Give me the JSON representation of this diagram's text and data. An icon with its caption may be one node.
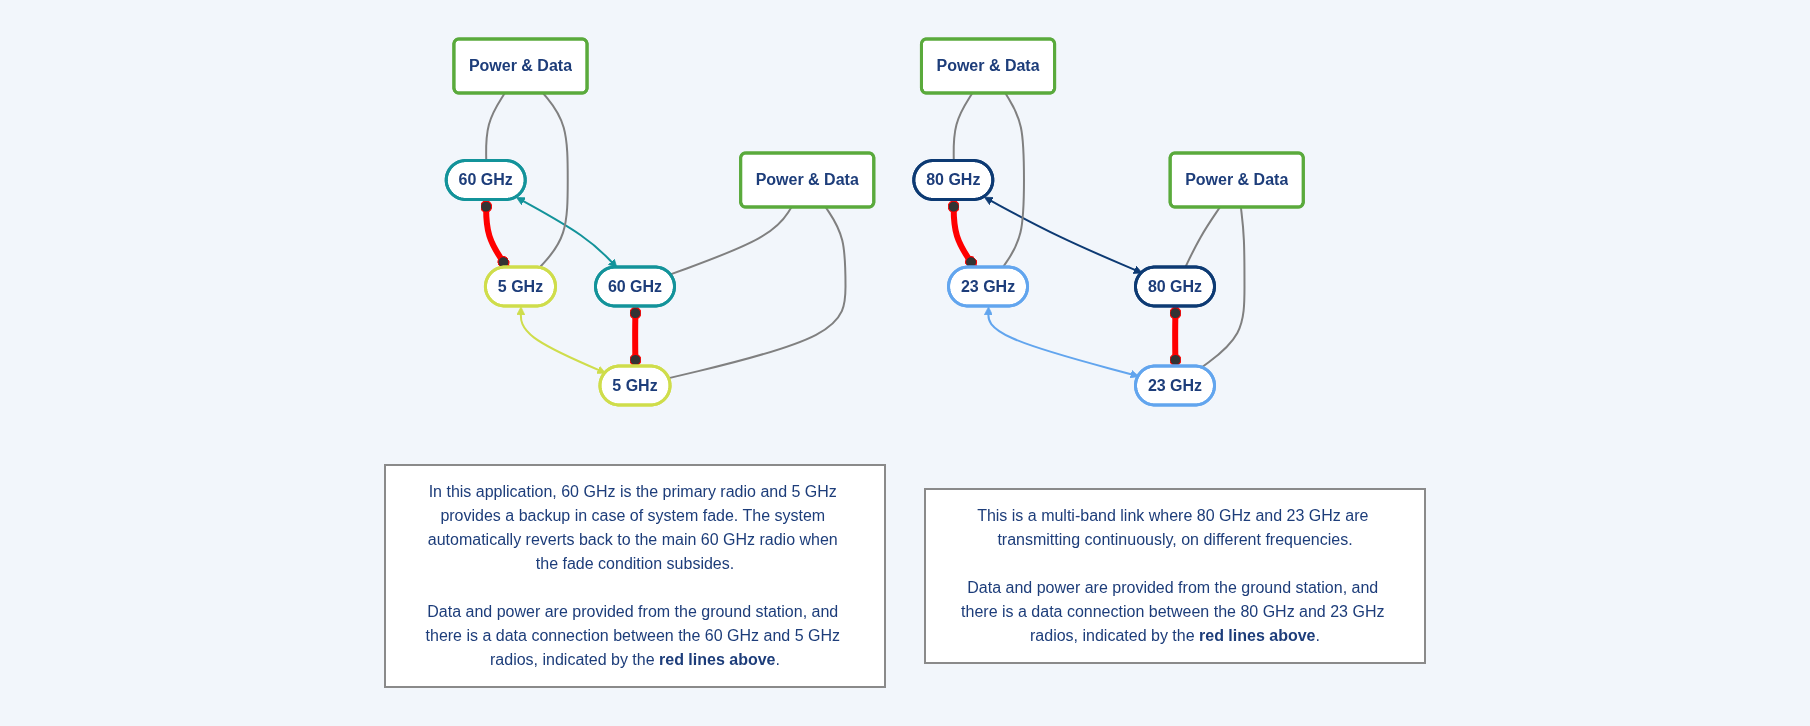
{
  "diagram": {
    "nodes": [
      {
        "text": [
          "60 GHz"
        ]
      },
      {
        "text": [
          "60 GHz"
        ]
      },
      {
        "text": [
          "5 GHz"
        ]
      },
      {
        "text": [
          "5 GHz"
        ]
      },
      {
        "text": [
          "Power & Data"
        ]
      },
      {
        "text": [
          "Power & Data"
        ]
      },
      {
        "text": [
          "In this application, 60 GHz is the primary radio and 5 GHz provides a backup in case of system fade. The system automatically reverts back to the main 60 GHz radio when the fade condition subsides.",
          "Data and power are provided from the ground station, and there is a data connection between the 60 GHz and 5 GHz radios, indicated by the **red lines above**."
        ]
      },
      {
        "text": [
          "80 GHz"
        ]
      },
      {
        "text": [
          "80 GHz"
        ]
      },
      {
        "text": [
          "23 GHz"
        ]
      },
      {
        "text": [
          "23 GHz"
        ]
      },
      {
        "text": [
          "Power & Data"
        ]
      },
      {
        "text": [
          "Power & Data"
        ]
      },
      {
        "text": [
          "This is a multi-band link where 80 GHz and 23 GHz are transmitting continuously, on different frequencies.",
          "Data and power are provided from the ground station, and there is a data connection between the 80 GHz and 23 GHz radios, indicated by the **red lines above**."
        ]
      }
    ],
    "edges": [
      {
        "from": 0,
        "to": 1,
        "arrow": "both",
        "color": "#13939a"
      },
      {
        "from": 2,
        "to": 3,
        "arrow": "both",
        "color": "#cfdd4b"
      },
      {
        "from": 0,
        "to": 2,
        "arrow": "other",
        "style": "thick",
        "color": "#ff0000"
      },
      {
        "from": 1,
        "to": 3,
        "arrow": "other",
        "style": "thick",
        "color": "#ff0000"
      },
      {
        "from": 4,
        "to": 0,
        "arrow": "none"
      },
      {
        "from": 4,
        "to": 2,
        "arrow": "none"
      },
      {
        "from": 5,
        "to": 1,
        "arrow": "none"
      },
      {
        "from": 5,
        "to": 3,
        "arrow": "none"
      },
      {
        "from": 7,
        "to": 8,
        "arrow": "both",
        "color": "#0d3a73"
      },
      {
        "from": 9,
        "to": 10,
        "arrow": "both",
        "color": "#62a5ee"
      },
      {
        "from": 7,
        "to": 9,
        "arrow": "other",
        "style": "thick",
        "color": "#ff0000"
      },
      {
        "from": 8,
        "to": 10,
        "arrow": "other",
        "style": "thick",
        "color": "#ff0000"
      },
      {
        "from": 11,
        "to": 7,
        "arrow": "none"
      },
      {
        "from": 11,
        "to": 9,
        "arrow": "none"
      },
      {
        "from": 12,
        "to": 8,
        "arrow": "none"
      },
      {
        "from": 12,
        "to": 10,
        "arrow": "none"
      }
    ]
  }
}
